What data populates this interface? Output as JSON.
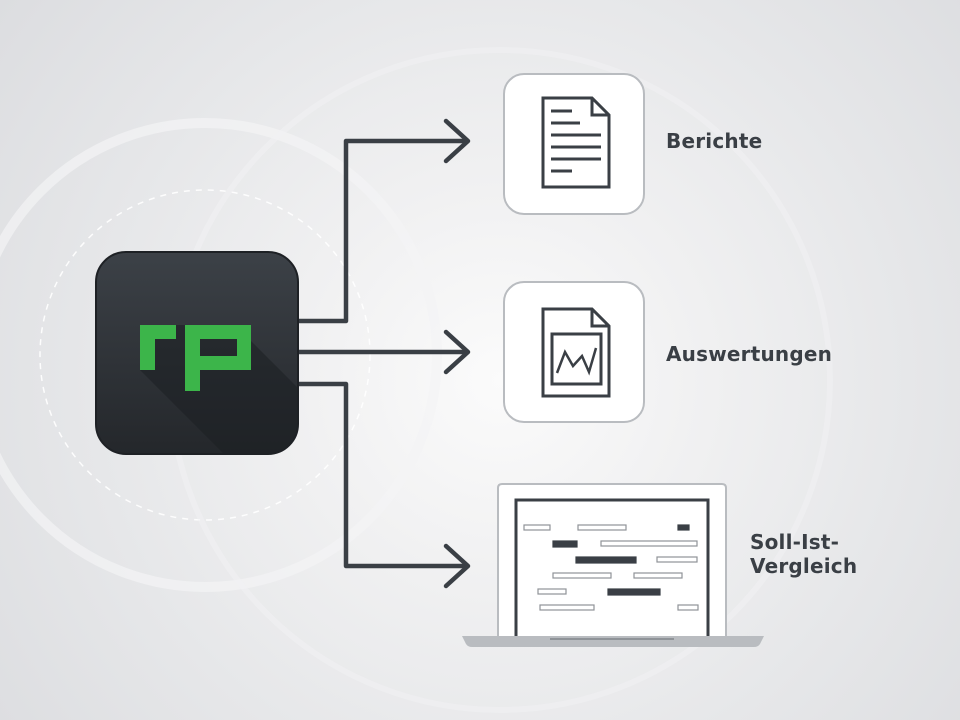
{
  "app_icon": {
    "name": "rp-logo-icon",
    "brand_color": "#3cb54a",
    "tile_color": "#2a2e33"
  },
  "outputs": [
    {
      "label": "Berichte",
      "icon": "report-document-icon"
    },
    {
      "label": "Auswertungen",
      "icon": "chart-document-icon"
    },
    {
      "label_line1": "Soll-Ist-",
      "label_line2": "Vergleich",
      "icon": "laptop-comparison-icon"
    }
  ],
  "colors": {
    "line": "#3a3f45",
    "card_border": "#b9bcc0",
    "card_bg": "#ffffff",
    "background": "#e6e7e9"
  }
}
